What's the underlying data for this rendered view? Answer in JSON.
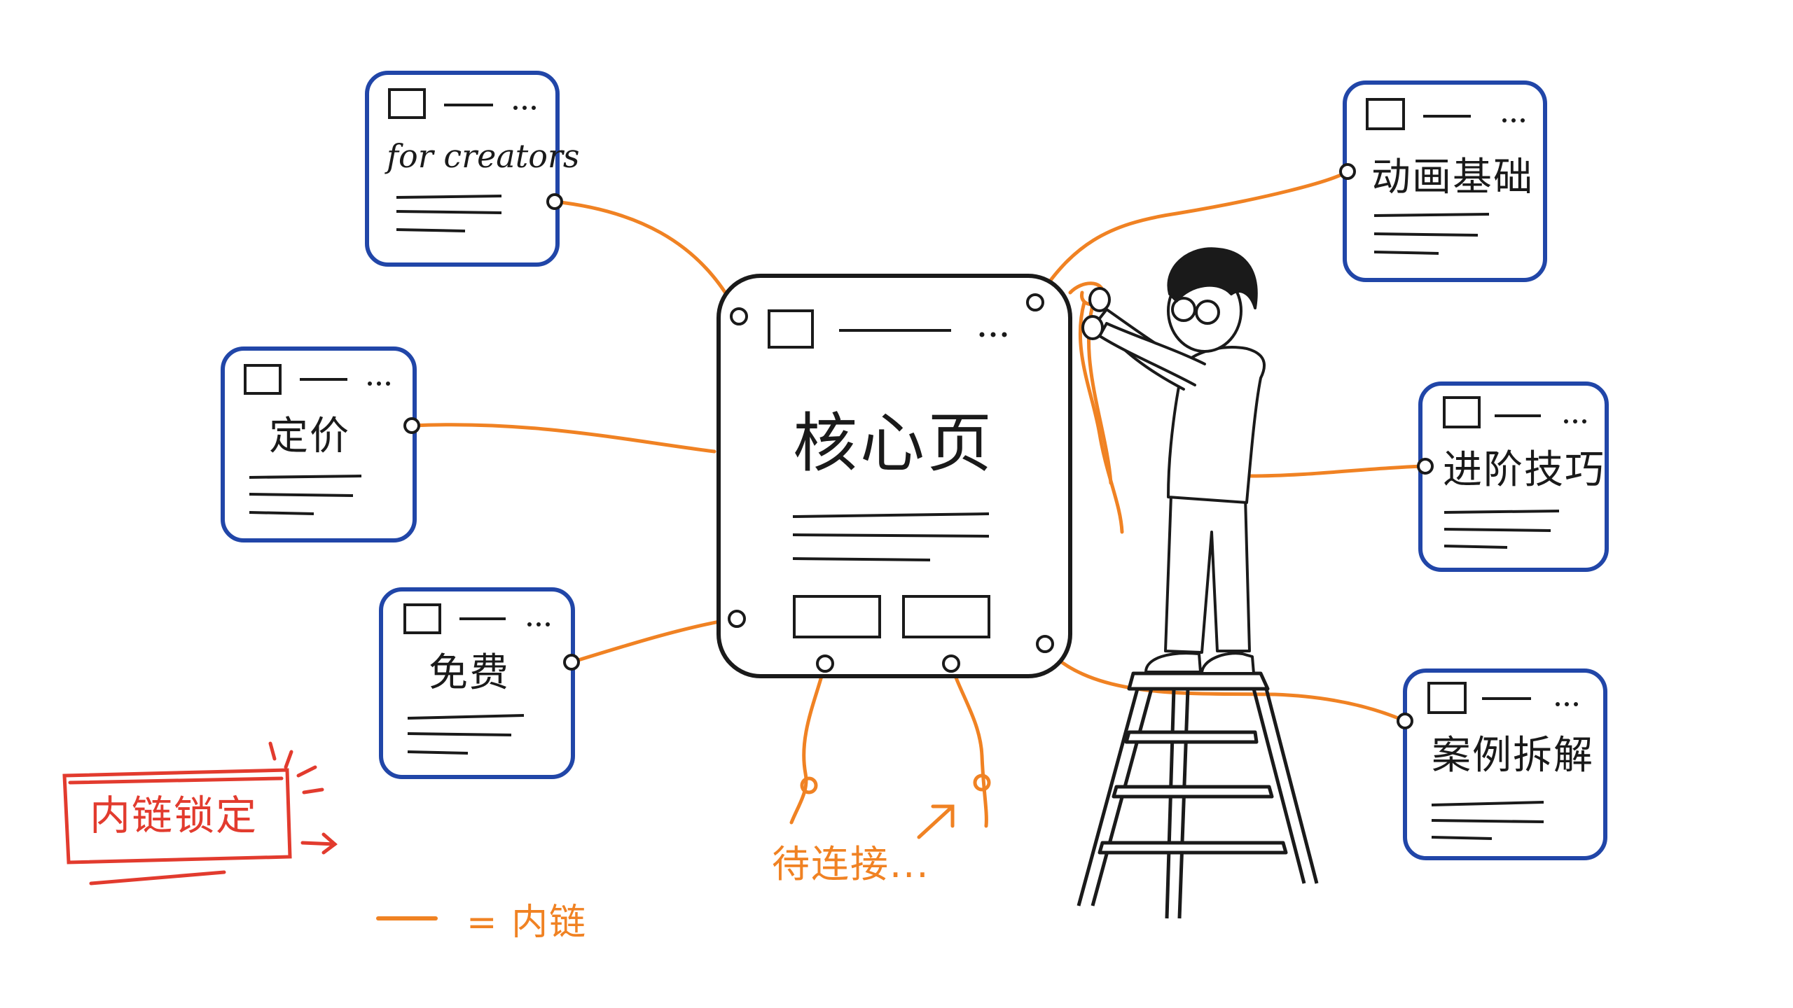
{
  "hub": {
    "title": "核心页"
  },
  "cards": [
    {
      "id": "for-creators",
      "label": "for creators"
    },
    {
      "id": "pricing",
      "label": "定价"
    },
    {
      "id": "free",
      "label": "免费"
    },
    {
      "id": "animation-basics",
      "label": "动画基础"
    },
    {
      "id": "advanced-tips",
      "label": "进阶技巧"
    },
    {
      "id": "case-studies",
      "label": "案例拆解"
    }
  ],
  "stamp": {
    "label": "内链锁定"
  },
  "pending": {
    "label": "待连接..."
  },
  "legend": {
    "label": "= 内链"
  },
  "colors": {
    "card_border": "#2146a8",
    "link_line": "#f08223",
    "stamp": "#e23b2e",
    "ink": "#1a1a1a"
  }
}
